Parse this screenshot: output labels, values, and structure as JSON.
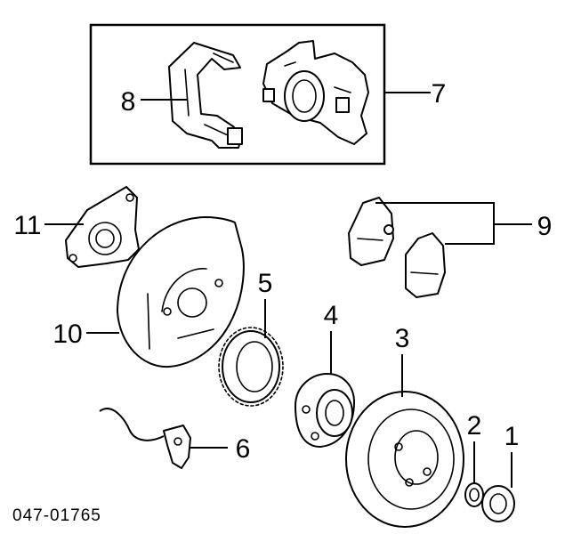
{
  "diagram": {
    "callouts": [
      "1",
      "2",
      "3",
      "4",
      "5",
      "6",
      "7",
      "8",
      "9",
      "10",
      "11"
    ],
    "drawing_code": "047-01765"
  }
}
